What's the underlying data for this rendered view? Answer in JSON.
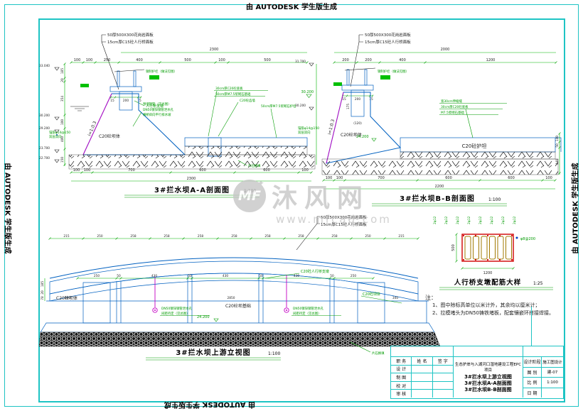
{
  "edges": {
    "stamp": "由 AUTODESK 学生版生成"
  },
  "watermark": {
    "logo_text": "MF",
    "star": "✦",
    "name": "沐风网",
    "url": "www.mfcad.com"
  },
  "view_a": {
    "title": "3#拦水坝A-A剖面图",
    "scale": "1:100",
    "callout1": "50厚500X300花岗岩面板",
    "callout2": "15cm厚C15砼人行桥面板",
    "total_top": "2300",
    "dims_top": [
      "100",
      "100",
      "250",
      "400",
      "500",
      "100",
      "500"
    ],
    "crest_dims": [
      "15",
      "200",
      "15"
    ],
    "elevations": [
      "33.040",
      "30.200",
      "29.200",
      "23.700",
      "22.700"
    ],
    "vdims": [
      "185",
      "20",
      "354",
      "100",
      "400",
      "150"
    ],
    "dims_bottom": [
      "100",
      "100",
      "700",
      "600",
      "600",
      "100"
    ],
    "total_bottom": "2300",
    "labels": {
      "railing": "钢制护栏（做法见图）",
      "pier": "人行桥支墩",
      "drain": "预埋钢管（见总图）",
      "pipe1": "DN50镀锌钢管泄水孔",
      "pipe2": "横桥斜向平行排水坡",
      "slab": "30cm厚C20砼底板",
      "base": "50cm厚M7.5浆砌石基础",
      "tooth": "C20砼齿墙",
      "apron": "50cm厚M7.5浆砌石护坦",
      "body": "C20砼坝体",
      "anchor1": "锚筋φ14@150",
      "anchor2": "双层双向",
      "slope": "i=1:0.3",
      "rock": "片石换填",
      "elev_right": "30.200"
    }
  },
  "view_b": {
    "title": "3#拦水坝B-B剖面图",
    "scale": "1:100",
    "callout1": "50厚500X300花岗岩面板",
    "callout2": "15cm厚C15砼人行桥面板",
    "total_top": "2000",
    "dims_top": [
      "200",
      "200",
      "400",
      "1200"
    ],
    "crest_dims": [
      "15",
      "200",
      "15"
    ],
    "pier_h": "175",
    "pier_w": "(120)",
    "elevations": [
      "31.700",
      "30.200"
    ],
    "vdims_right": [
      "140",
      "50",
      "440"
    ],
    "dims_bottom": [
      "100",
      "100",
      "700",
      "600",
      "600",
      "100"
    ],
    "total_bottom": "2200",
    "labels": {
      "railing": "钢制护栏（做法见图）",
      "joint": "宽30cm伸缩缝",
      "slab": "30cm厚C20砼底板",
      "base": "M7.5浆砌石基础",
      "apron": "C20砼护坦",
      "body": "C20砼坝体",
      "slope": "i=1:0.3",
      "anchor1": "锚筋φ14@150",
      "anchor2": "双层双向",
      "elev_base": "24.200"
    }
  },
  "view_c": {
    "title": "3#拦水坝上游立视图",
    "scale": "1:100",
    "callout1": "50厚500X300花岗岩面板",
    "callout2": "15cm厚C15砼人行桥面板",
    "dims_top": [
      "215",
      "250",
      "258",
      "258",
      "258",
      "258",
      "258",
      "258",
      "258",
      "250",
      "215"
    ],
    "dims_mid": [
      "250",
      "50",
      "430",
      "50",
      "430",
      "50",
      "430",
      "50",
      "250"
    ],
    "dim_340l": "340",
    "dim_2850": "2850",
    "dim_340r": "340",
    "vdims_left": [
      "185",
      "20",
      "78"
    ],
    "labels": {
      "body_left": "C20砼坝体",
      "body_right": "C20砼坝体",
      "pier": "C20砼人行桥支墩",
      "pipe1": "DN50镀锌钢管泄水孔",
      "pipe2": "间距待定（见总图）",
      "foundation": "C20砼坝基础",
      "elev_base": "24.200",
      "rock": "片石换填"
    }
  },
  "detail": {
    "title": "人行桥支墩配筋大样",
    "scale": "1:25",
    "bar_label": "2φ12",
    "tie_label": "φ8@200",
    "dim_w": "1200",
    "dim_h": "500"
  },
  "notes": {
    "heading": "注：",
    "item1": "1、图中除标高单位以米计外，其余均以厘米计；",
    "item2": "2、拉模堵头为DN50铸铁堵板，配套镶嵌环搭接焊接。"
  },
  "titleblock": {
    "cols": [
      "职  务",
      "姓  名",
      "签  字"
    ],
    "rows": [
      "设  计",
      "制  图",
      "校  对",
      "审  核"
    ],
    "project": "生态护岸与入湖河口湿地建设工程EPC项目",
    "sheets": [
      "3#拦水坝上游立视图",
      "3#拦水坝A-A剖面图",
      "3#拦水坝B-B剖面图"
    ],
    "stage_label": "设计阶段",
    "stage": "施工图设计",
    "no_label": "图  别",
    "no": "建-07",
    "scale_label": "比  例",
    "scale": "1:100",
    "date_label": "日  期",
    "date": ""
  }
}
